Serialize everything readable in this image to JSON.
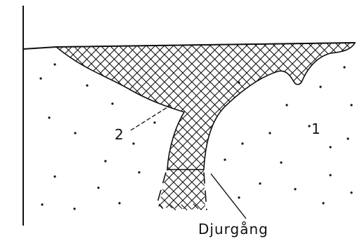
{
  "diagram": {
    "labels": {
      "layer_1": "1",
      "layer_2": "2",
      "animal_burrow": "Djurgång"
    },
    "colors": {
      "ink": "#111111",
      "paper": "#ffffff"
    }
  }
}
